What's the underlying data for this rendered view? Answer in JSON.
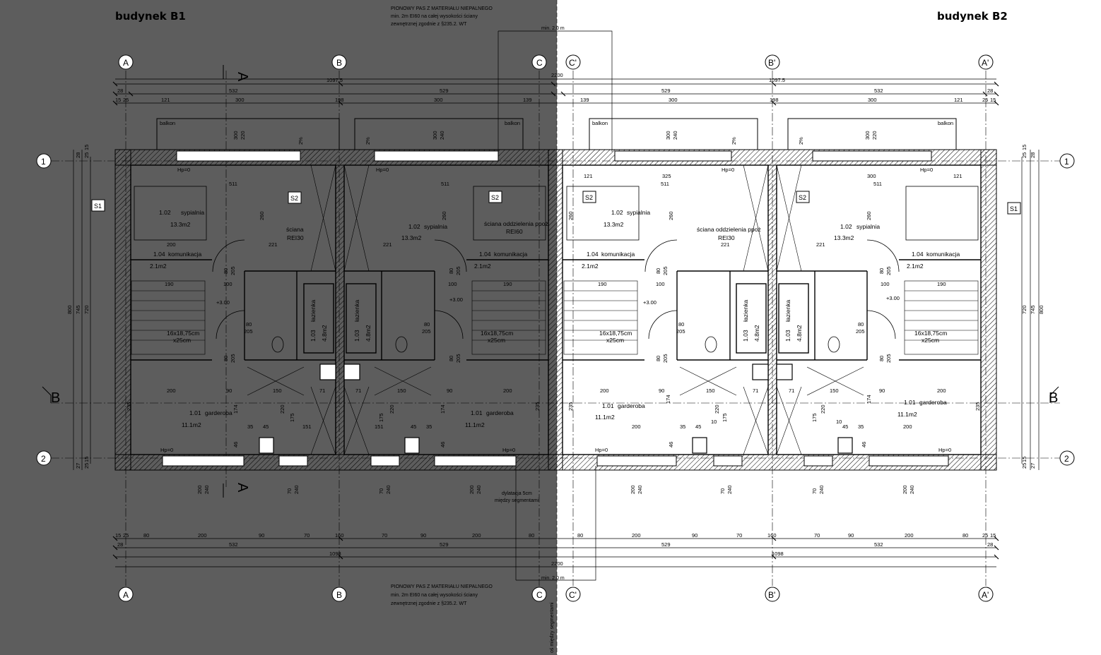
{
  "titles": {
    "b1": "budynek B1",
    "b2": "budynek B2"
  },
  "notes": {
    "fire_strip_top": [
      "PIONOWY PAS Z MATERIAŁU NIEPALNEGO",
      "min. 2m EI60 na całej wysokości ściany",
      "zewnętrznej zgodnie z §235.2. WT"
    ],
    "fire_strip_bottom": [
      "PIONOWY PAS Z MATERIAŁU NIEPALNEGO",
      "min. 2m EI60 na całej wysokości ściany",
      "zewnętrznej zgodnie z §235.2. WT"
    ],
    "min_top": "min. 2.0 m",
    "min_bottom": "min. 2.0 m",
    "dilatation": [
      "dylatacja 5cm",
      "między segmentami"
    ],
    "axis_segments": "oś między segmentami"
  },
  "axes": {
    "top": [
      "A",
      "B",
      "C",
      "C'",
      "B'",
      "A'"
    ],
    "bottom": [
      "A",
      "B",
      "C",
      "C'",
      "B'",
      "A'"
    ],
    "side": [
      "1",
      "2"
    ],
    "sections": {
      "a_top": "A",
      "a_bottom": "A",
      "b_left": "B",
      "b_right": "B"
    }
  },
  "tags": {
    "s1": "S1",
    "s2": "S2"
  },
  "dimensions": {
    "top_total_left": "1097.5",
    "top_total_right": "1097.5",
    "top_mid": "2200",
    "top_row2_left": [
      "28",
      "532",
      "529"
    ],
    "top_row2_right": [
      "529",
      "532",
      "28"
    ],
    "top_row3_left": [
      "15",
      "25",
      "121",
      "300",
      "198",
      "300",
      "139"
    ],
    "top_row3_right": [
      "139",
      "300",
      "198",
      "300",
      "121",
      "25",
      "15"
    ],
    "bottom_row1_left": [
      "15",
      "25",
      "80",
      "200",
      "90",
      "70",
      "160",
      "70",
      "90",
      "200",
      "80"
    ],
    "bottom_row1_right": [
      "80",
      "200",
      "90",
      "70",
      "160",
      "70",
      "90",
      "200",
      "80",
      "25",
      "15"
    ],
    "bottom_row2_left": [
      "28",
      "532",
      "529"
    ],
    "bottom_row2_right": [
      "529",
      "532",
      "28"
    ],
    "bottom_total_left": "1098",
    "bottom_total_right": "1098",
    "bottom_mid": "2200",
    "left_vertical": [
      "800",
      "745",
      "720"
    ],
    "right_vertical": [
      "720",
      "745",
      "800"
    ],
    "side_small_top": [
      "28",
      "25",
      "15"
    ],
    "side_small_bottom": [
      "27",
      "25",
      "15"
    ],
    "window_top": [
      [
        "300",
        "220"
      ],
      [
        "300",
        "240"
      ],
      [
        "300",
        "240"
      ],
      [
        "300",
        "220"
      ]
    ],
    "window_bottom": [
      [
        "200",
        "240"
      ],
      [
        "70",
        "240"
      ],
      [
        "70",
        "240"
      ],
      [
        "200",
        "240"
      ]
    ],
    "slope": "2%",
    "hp": "Hp=0",
    "inner": [
      "511",
      "221",
      "200",
      "90",
      "100",
      "190",
      "150",
      "71",
      "35",
      "45",
      "151",
      "175",
      "220",
      "174",
      "235",
      "46",
      "260",
      "325",
      "121",
      "300",
      "10",
      "15"
    ],
    "door": [
      "80",
      "205"
    ],
    "level": "+3.00"
  },
  "rooms": [
    {
      "no": "1.02",
      "name": "sypialnia",
      "area": "13.3m2"
    },
    {
      "no": "1.04",
      "name": "komunikacja",
      "area": "2.1m2"
    },
    {
      "no": "1.03",
      "name": "łazienka",
      "area": "4.8m2"
    },
    {
      "no": "1.01",
      "name": "garderoba",
      "area": "11.1m2"
    }
  ],
  "labels": {
    "balcony": "balkon",
    "wall_sep": "ściana oddzielenia ppoż",
    "wall": "ściana",
    "rei60": "REI60",
    "rei30": "REI30",
    "stairs": [
      "16x18,75cm",
      "x25cm"
    ]
  },
  "colors": {
    "shade": "#5d5d5d",
    "line": "#000000",
    "paper": "#ffffff"
  }
}
